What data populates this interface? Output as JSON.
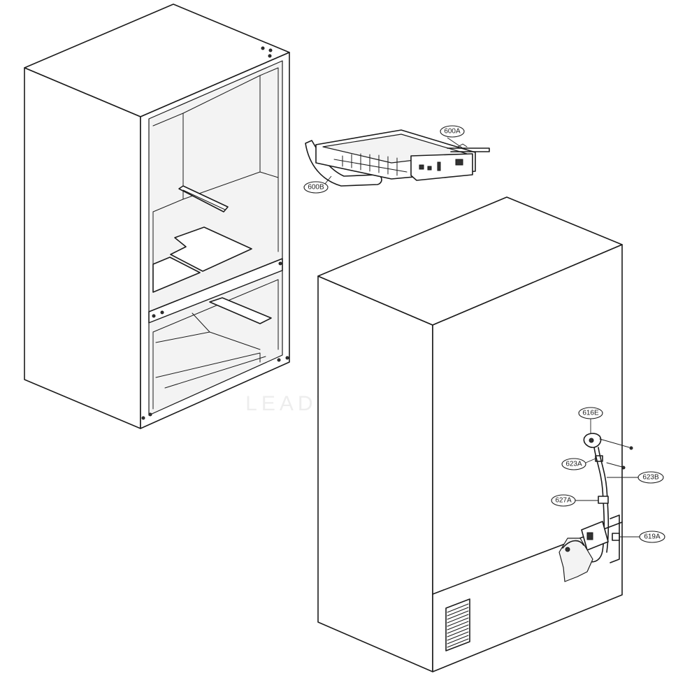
{
  "watermark": {
    "text": "LEADVENTURE"
  },
  "callouts": [
    {
      "id": "600A",
      "label": "600A"
    },
    {
      "id": "600B",
      "label": "600B"
    },
    {
      "id": "616E",
      "label": "616E"
    },
    {
      "id": "623A",
      "label": "623A"
    },
    {
      "id": "623B",
      "label": "623B"
    },
    {
      "id": "627A",
      "label": "627A"
    },
    {
      "id": "619A",
      "label": "619A"
    }
  ]
}
